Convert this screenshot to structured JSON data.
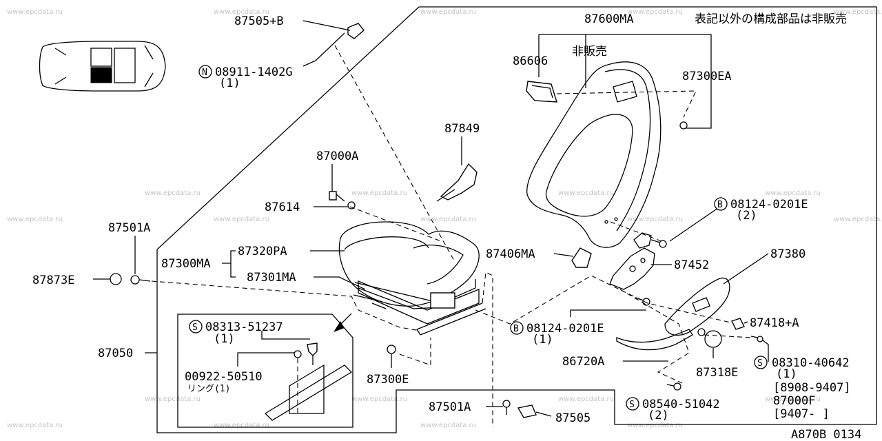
{
  "watermark": "www.epcdata.ru",
  "diagram_code": "A870B 0134",
  "note": "表記以外の構成部品は非販売",
  "not_sold": "非販売",
  "labels": {
    "p87505b": "87505+B",
    "p08911": "08911-1402G",
    "p08911_qty": "(1)",
    "p87600ma": "87600MA",
    "p86606": "86606",
    "p87300ea": "87300EA",
    "p87849": "87849",
    "p87000a": "87000A",
    "p87614": "87614",
    "p08124_top": "08124-0201E",
    "p08124_top_qty": "(2)",
    "p87501a_left": "87501A",
    "p87320pa": "87320PA",
    "p87406ma": "87406MA",
    "p87452": "87452",
    "p87380": "87380",
    "p87300ma": "87300MA",
    "p87301ma": "87301MA",
    "p87873e": "87873E",
    "p08313": "08313-51237",
    "p08313_qty": "(1)",
    "p08124_mid": "08124-0201E",
    "p08124_mid_qty": "(1)",
    "p87418a": "87418+A",
    "p87050": "87050",
    "p00922": "00922-50510",
    "p00922_ring": "リング(1)",
    "p86720a": "86720A",
    "p08310": "08310-40642",
    "p08310_qty": "(1)",
    "p08310_range": "[8908-9407]",
    "p87000f": "87000F",
    "p87000f_range": "[9407-     ]",
    "p87300e": "87300E",
    "p87318e": "87318E",
    "p87501a_bottom": "87501A",
    "p87505": "87505",
    "p08540": "08540-51042",
    "p08540_qty": "(2)"
  },
  "prefixes": {
    "n": "N",
    "b": "B",
    "s": "S"
  }
}
